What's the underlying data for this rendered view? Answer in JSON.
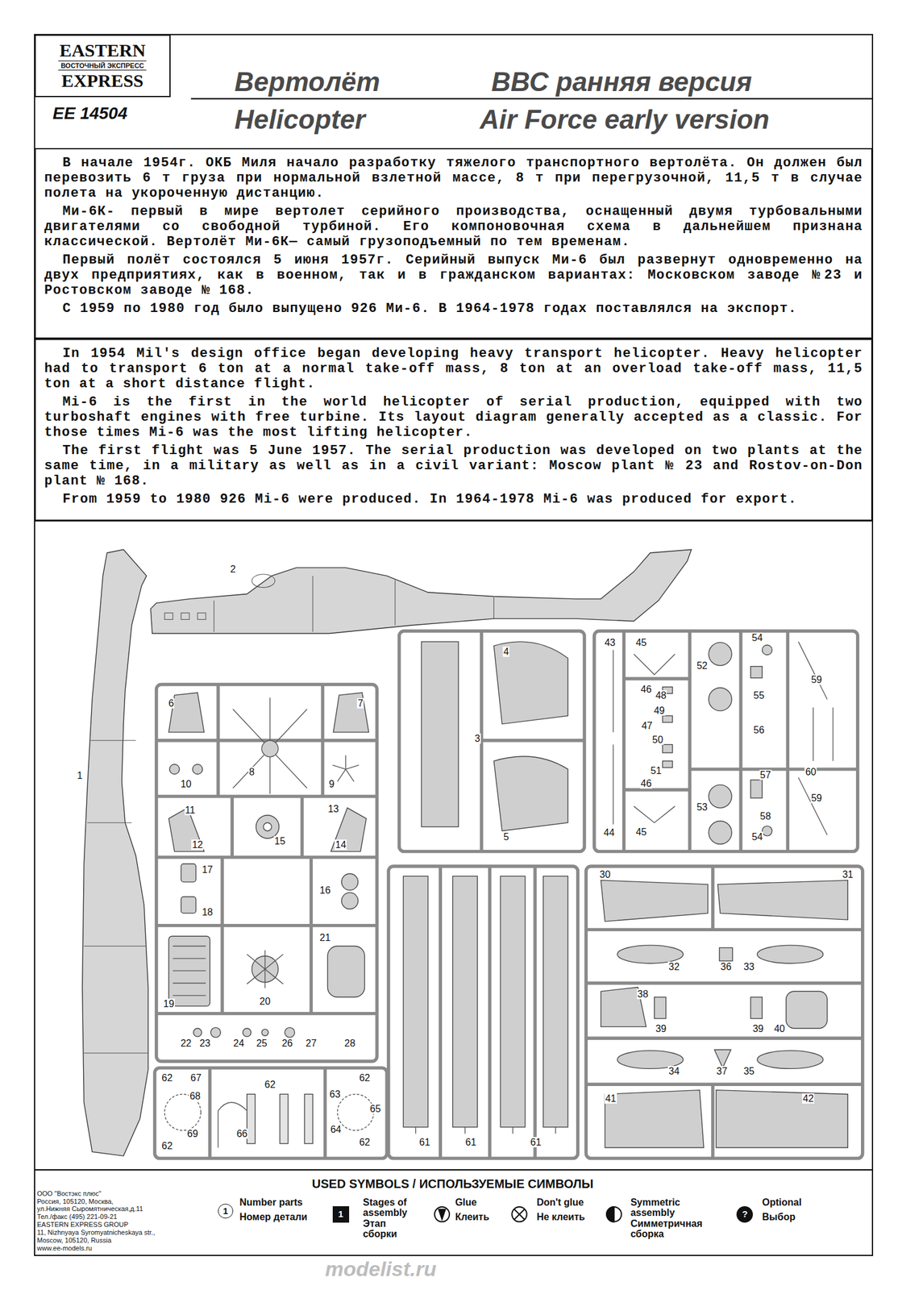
{
  "diagram": {
    "title": "Вертолёт",
    "nodes": [
      {
        "text": [
          "EASTERN",
          "ВОСТОЧНЫЙ ЭКСПРЕСС",
          "EXPRESS"
        ]
      },
      {
        "text": [
          "В начале 1954г. ОКБ Миля начало разработку тяжелого транспортного вертолёта. Он должен был перевозить 6 т груза при нормальной взлетной массе, 8 т при перегрузочной, 11,5 т в случае полета на укороченную дистанцию.",
          "Ми-6К- первый в мире вертолет серийного производства, оснащенный двумя турбовальными двигателями со свободной турбиной. Его компоновочная схема в дальнейшем признана классической. Вертолёт Ми-6К— самый грузоподъемный по тем временам.",
          "Первый полёт состоялся 5 июня 1957г. Серийный выпуск Ми-6 был развернут одновременно на двух предприятиях, как в военном, так и в гражданском вариантах: Московском заводе №23 и Ростовском заводе № 168.",
          "С 1959 по 1980 год было выпущено 926 Ми-6. В 1964-1978 годах поставлялся на экспорт."
        ]
      },
      {
        "text": [
          "In 1954 Mil's design office began developing heavy transport helicopter. Heavy helicopter had to transport 6 ton at a normal take-off mass, 8 ton at an overload take-off mass, 11,5 ton at a short distance flight.",
          "Mi-6 is the first in the world helicopter of serial production, equipped with two turboshaft engines with free turbine. Its layout diagram generally accepted as a classic. For those times Mi-6 was the most lifting helicopter.",
          "The first flight was 5 June 1957. The serial production was developed on two plants at the same time, in a military as well as in a civil variant: Moscow plant № 23 and Rostov-on-Don plant № 168.",
          "From 1959 to 1980 926 Mi-6 were produced. In 1964-1978 Mi-6 was produced for export."
        ]
      },
      {
        "text": [
          "1"
        ]
      },
      {
        "text": [
          "1"
        ]
      },
      {
        "text": [
          "?"
        ]
      }
    ],
    "labels": [
      "EE 14504",
      "ВВС ранняя версия",
      "Helicopter",
      "Air Force early version",
      "1",
      "2",
      "3",
      "4",
      "5",
      "6",
      "7",
      "8",
      "9",
      "10",
      "11",
      "12",
      "13",
      "14",
      "15",
      "16",
      "17",
      "18",
      "19",
      "20",
      "21",
      "22",
      "23",
      "24",
      "25",
      "26",
      "27",
      "28",
      "30",
      "31",
      "32",
      "33",
      "34",
      "35",
      "36",
      "37",
      "38",
      "39",
      "39",
      "40",
      "41",
      "42",
      "43",
      "44",
      "45",
      "45",
      "46",
      "46",
      "47",
      "48",
      "49",
      "50",
      "51",
      "52",
      "53",
      "54",
      "54",
      "55",
      "56",
      "57",
      "58",
      "59",
      "59",
      "60",
      "61",
      "61",
      "61",
      "62",
      "62",
      "62",
      "62",
      "62",
      "63",
      "64",
      "65",
      "66",
      "67",
      "68",
      "69",
      "USED SYMBOLS / ИСПОЛЬЗУЕМЫЕ СИМВОЛЫ",
      "ООО \"Востэкс плюс\"",
      "Россия, 105120, Москва,",
      "ул.Нижняя Сыромятническая,д.11",
      "Тел./факс (495) 221-09-21",
      "EASTERN EXPRESS GROUP",
      "11, Nizhnyaya Syromyatnicheskaya str.,",
      "Moscow, 105120, Russia",
      "www.ee-models.ru",
      "modelist.ru"
    ],
    "legend": [
      {
        "text": "Number parts"
      },
      {
        "text": "Номер детали"
      },
      {
        "text": "Stages of assembly"
      },
      {
        "text": "Этап сборки"
      },
      {
        "text": "Glue"
      },
      {
        "text": "Клеить"
      },
      {
        "text": "Don't glue"
      },
      {
        "text": "Не клеить"
      },
      {
        "text": "Symmetric assembly"
      },
      {
        "text": "Симметричная сборка"
      },
      {
        "text": "Optional"
      },
      {
        "text": "Выбор"
      }
    ]
  }
}
